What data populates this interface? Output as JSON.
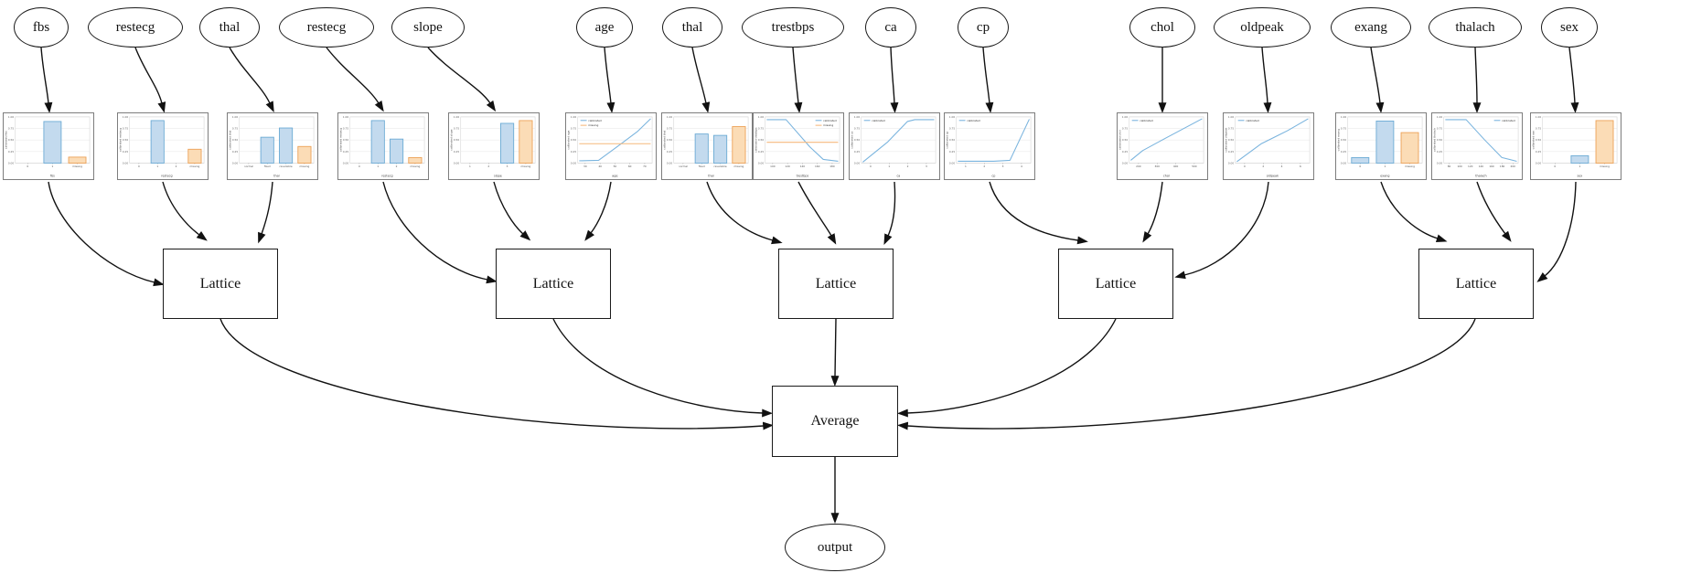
{
  "nodes": {
    "inputs": [
      "fbs",
      "restecg",
      "thal",
      "restecg",
      "slope",
      "age",
      "thal",
      "trestbps",
      "ca",
      "cp",
      "chol",
      "oldpeak",
      "exang",
      "thalach",
      "sex"
    ],
    "lattice_label": "Lattice",
    "average_label": "Average",
    "output_label": "output"
  },
  "colors": {
    "blue_fill": "#c3daee",
    "blue_edge": "#6aaad4",
    "orange_fill": "#fbdcb6",
    "orange_edge": "#eca055",
    "line_blue": "#7ab4de",
    "line_orange": "#f6b87c",
    "edge_stroke": "#111111"
  },
  "chart_data": [
    {
      "type": "bar",
      "xlabel": "fbs",
      "ylabel": "calibrated fbs",
      "yticks": [
        "0.00",
        "0.25",
        "0.50",
        "0.75",
        "1.00"
      ],
      "categories": [
        "0",
        "1",
        "missing"
      ],
      "values": [
        0,
        0.9,
        0.13
      ],
      "colors": [
        "blue",
        "blue",
        "orange"
      ]
    },
    {
      "type": "bar",
      "xlabel": "restecg",
      "ylabel": "calibrated restecg",
      "yticks": [
        "0.00",
        "0.25",
        "0.50",
        "0.75",
        "1.00"
      ],
      "categories": [
        "0",
        "1",
        "2",
        "missing"
      ],
      "values": [
        0,
        0.92,
        0,
        0.3
      ],
      "colors": [
        "blue",
        "blue",
        "blue",
        "orange"
      ]
    },
    {
      "type": "bar",
      "xlabel": "thal",
      "ylabel": "calibrated thal",
      "yticks": [
        "0.00",
        "0.25",
        "0.50",
        "0.75",
        "1.00"
      ],
      "categories": [
        "normal",
        "fixed",
        "reversible",
        "missing"
      ],
      "values": [
        0,
        0.56,
        0.76,
        0.36
      ],
      "colors": [
        "blue",
        "blue",
        "blue",
        "orange"
      ]
    },
    {
      "type": "bar",
      "xlabel": "restecg",
      "ylabel": "calibrated restecg",
      "yticks": [
        "0.00",
        "0.25",
        "0.50",
        "0.75",
        "1.00"
      ],
      "categories": [
        "0",
        "1",
        "2",
        "missing"
      ],
      "values": [
        0,
        0.92,
        0.52,
        0.12
      ],
      "colors": [
        "blue",
        "blue",
        "blue",
        "orange"
      ]
    },
    {
      "type": "bar",
      "xlabel": "slope",
      "ylabel": "calibrated slope",
      "yticks": [
        "0.00",
        "0.25",
        "0.50",
        "0.75",
        "1.00"
      ],
      "categories": [
        "1",
        "2",
        "3",
        "missing"
      ],
      "values": [
        0,
        0,
        0.86,
        0.92
      ],
      "colors": [
        "blue",
        "blue",
        "blue",
        "orange"
      ]
    },
    {
      "type": "line",
      "xlabel": "age",
      "ylabel": "calibrated age",
      "yticks": [
        "0.00",
        "0.25",
        "0.50",
        "0.75",
        "1.00"
      ],
      "xticks": [
        "30",
        "40",
        "50",
        "60",
        "70"
      ],
      "legend": "left",
      "series": [
        {
          "name": "calibrated",
          "color": "blue",
          "points": [
            [
              0.02,
              0.05
            ],
            [
              0.28,
              0.06
            ],
            [
              0.55,
              0.38
            ],
            [
              0.8,
              0.68
            ],
            [
              0.98,
              0.96
            ]
          ]
        },
        {
          "name": "missing",
          "color": "orange",
          "points": [
            [
              0.02,
              0.42
            ],
            [
              0.98,
              0.42
            ]
          ]
        }
      ]
    },
    {
      "type": "bar",
      "xlabel": "thal",
      "ylabel": "calibrated thal",
      "yticks": [
        "0.00",
        "0.25",
        "0.50",
        "0.75",
        "1.00"
      ],
      "categories": [
        "normal",
        "fixed",
        "reversible",
        "missing"
      ],
      "values": [
        0,
        0.63,
        0.6,
        0.79
      ],
      "colors": [
        "blue",
        "blue",
        "blue",
        "orange"
      ]
    },
    {
      "type": "line",
      "xlabel": "trestbps",
      "ylabel": "calibrated trestbps",
      "yticks": [
        "0.00",
        "0.25",
        "0.50",
        "0.75",
        "1.00"
      ],
      "xticks": [
        "100",
        "120",
        "140",
        "160",
        "180"
      ],
      "legend": "right",
      "series": [
        {
          "name": "calibrated",
          "color": "blue",
          "points": [
            [
              0.02,
              0.94
            ],
            [
              0.28,
              0.94
            ],
            [
              0.6,
              0.35
            ],
            [
              0.78,
              0.08
            ],
            [
              0.98,
              0.04
            ]
          ]
        },
        {
          "name": "missing",
          "color": "orange",
          "points": [
            [
              0.02,
              0.45
            ],
            [
              0.98,
              0.45
            ]
          ]
        }
      ]
    },
    {
      "type": "line",
      "xlabel": "ca",
      "ylabel": "calibrated ca",
      "yticks": [
        "0.00",
        "0.25",
        "0.50",
        "0.75",
        "1.00"
      ],
      "xticks": [
        "0",
        "1",
        "2",
        "3"
      ],
      "legend": "left",
      "series": [
        {
          "name": "calibrated",
          "color": "blue",
          "points": [
            [
              0.02,
              0.02
            ],
            [
              0.35,
              0.45
            ],
            [
              0.62,
              0.9
            ],
            [
              0.72,
              0.94
            ],
            [
              0.98,
              0.94
            ]
          ]
        }
      ]
    },
    {
      "type": "line",
      "xlabel": "cp",
      "ylabel": "calibrated cp",
      "yticks": [
        "0.00",
        "0.25",
        "0.50",
        "0.75",
        "1.00"
      ],
      "xticks": [
        "1",
        "2",
        "3",
        "4"
      ],
      "legend": "left",
      "series": [
        {
          "name": "calibrated",
          "color": "blue",
          "points": [
            [
              0.02,
              0.04
            ],
            [
              0.5,
              0.04
            ],
            [
              0.72,
              0.06
            ],
            [
              0.98,
              0.95
            ]
          ]
        }
      ]
    },
    {
      "type": "line",
      "xlabel": "chol",
      "ylabel": "calibrated chol",
      "yticks": [
        "0.00",
        "0.25",
        "0.50",
        "0.75",
        "1.00"
      ],
      "xticks": [
        "200",
        "300",
        "400",
        "500"
      ],
      "legend": "left",
      "series": [
        {
          "name": "calibrated",
          "color": "blue",
          "points": [
            [
              0.02,
              0.06
            ],
            [
              0.18,
              0.27
            ],
            [
              0.5,
              0.55
            ],
            [
              0.98,
              0.96
            ]
          ]
        }
      ]
    },
    {
      "type": "line",
      "xlabel": "oldpeak",
      "ylabel": "calibrated oldpeak",
      "yticks": [
        "0.00",
        "0.25",
        "0.50",
        "0.75",
        "1.00"
      ],
      "xticks": [
        "0",
        "2",
        "4",
        "6"
      ],
      "legend": "left",
      "series": [
        {
          "name": "calibrated",
          "color": "blue",
          "points": [
            [
              0.02,
              0.03
            ],
            [
              0.35,
              0.42
            ],
            [
              0.7,
              0.7
            ],
            [
              0.98,
              0.96
            ]
          ]
        }
      ]
    },
    {
      "type": "bar",
      "xlabel": "exang",
      "ylabel": "calibrated exang",
      "yticks": [
        "0.00",
        "0.25",
        "0.50",
        "0.75",
        "1.00"
      ],
      "categories": [
        "0",
        "1",
        "missing"
      ],
      "values": [
        0.12,
        0.91,
        0.66
      ],
      "colors": [
        "blue",
        "blue",
        "orange"
      ]
    },
    {
      "type": "line",
      "xlabel": "thalach",
      "ylabel": "calibrated thalach",
      "yticks": [
        "0.00",
        "0.25",
        "0.50",
        "0.75",
        "1.00"
      ],
      "xticks": [
        "80",
        "100",
        "120",
        "140",
        "160",
        "180",
        "200"
      ],
      "legend": "right",
      "series": [
        {
          "name": "calibrated",
          "color": "blue",
          "points": [
            [
              0.02,
              0.94
            ],
            [
              0.3,
              0.94
            ],
            [
              0.55,
              0.5
            ],
            [
              0.78,
              0.12
            ],
            [
              0.98,
              0.04
            ]
          ]
        }
      ]
    },
    {
      "type": "bar",
      "xlabel": "sex",
      "ylabel": "calibrated sex",
      "yticks": [
        "0.00",
        "0.25",
        "0.50",
        "0.75",
        "1.00"
      ],
      "categories": [
        "0",
        "1",
        "missing"
      ],
      "values": [
        0,
        0.16,
        0.92
      ],
      "colors": [
        "blue",
        "blue",
        "orange"
      ]
    }
  ]
}
